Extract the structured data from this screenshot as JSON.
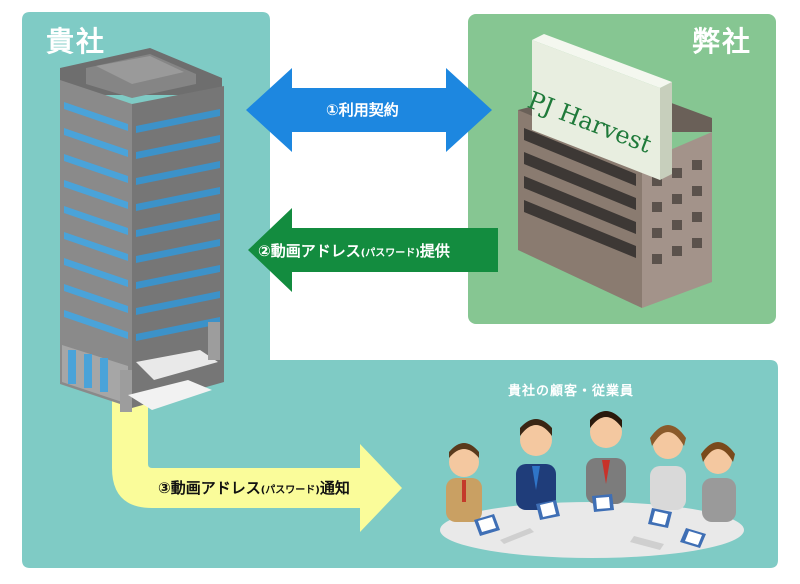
{
  "regions": {
    "client_label": "貴社",
    "company_label": "弊社"
  },
  "sign_text": "PJ Harvest",
  "arrows": {
    "contract": "①利用契約",
    "provide_main": "②動画アドレス",
    "provide_small": "(パスワード)",
    "provide_tail": "提供",
    "notify_main": "③動画アドレス",
    "notify_small": "(パスワード)",
    "notify_tail": "通知"
  },
  "customers_caption": "貴社の顧客・従業員",
  "colors": {
    "teal_region": "#7fcbc5",
    "green_region": "#86c692",
    "blue_arrow": "#1d87e0",
    "green_arrow": "#138c3f",
    "yellow_arrow": "#fafc9a",
    "sign_text": "#1f7a3a"
  }
}
